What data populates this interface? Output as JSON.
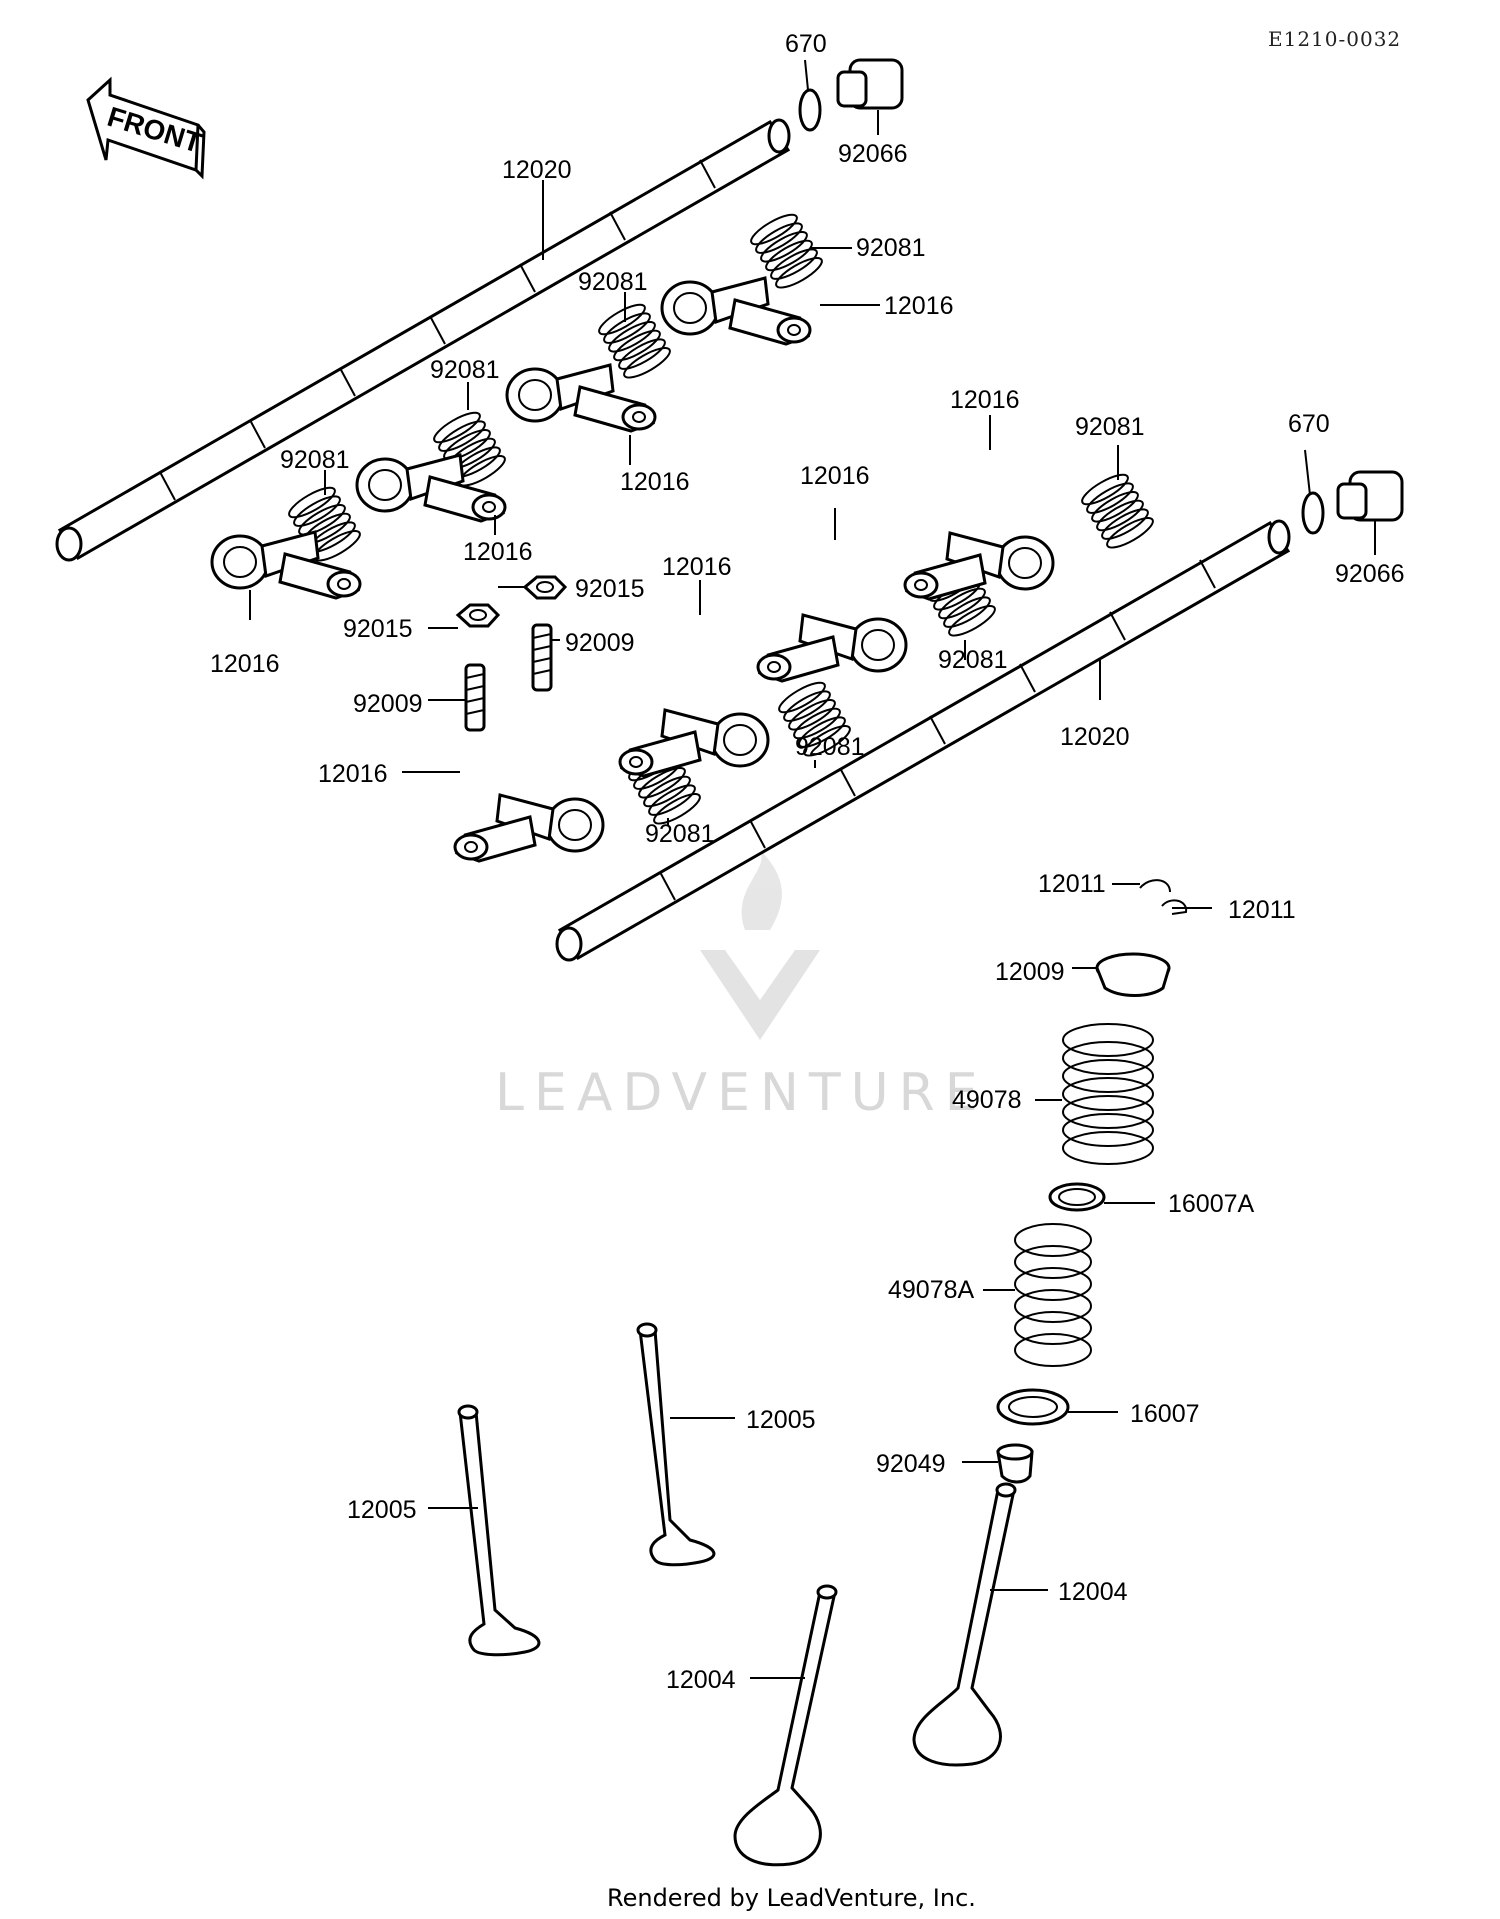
{
  "diagram_code": "E1210-0032",
  "front_marker": "FRONT",
  "watermark_text": "LEADVENTURE",
  "footer": "Rendered by LeadVenture, Inc.",
  "colors": {
    "line": "#000000",
    "background": "#ffffff",
    "watermark": "#d4d4d4"
  },
  "callouts": {
    "c670_top": "670",
    "c92066_top": "92066",
    "c12020_top": "12020",
    "c92081_a": "92081",
    "c92081_b": "92081",
    "c12016_a": "12016",
    "c92081_c": "92081",
    "c12016_b": "12016",
    "c92081_d": "92081",
    "c12016_c": "12016",
    "c12016_d": "12016",
    "c92015_a": "92015",
    "c92015_b": "92015",
    "c92009_a": "92009",
    "c92009_b": "92009",
    "c12016_e": "12016",
    "c12016_f": "12016",
    "c12016_g": "12016",
    "c92081_e": "92081",
    "c12016_h": "12016",
    "c670_right": "670",
    "c92066_right": "92066",
    "c92081_f": "92081",
    "c92081_g": "92081",
    "c12020_bottom": "12020",
    "c92081_h": "92081",
    "c12011_left": "12011",
    "c12011_right": "12011",
    "c12009": "12009",
    "c49078": "49078",
    "c16007A": "16007A",
    "c49078A": "49078A",
    "c16007": "16007",
    "c92049": "92049",
    "c12005_right": "12005",
    "c12005_left": "12005",
    "c12004_right": "12004",
    "c12004_left": "12004"
  }
}
